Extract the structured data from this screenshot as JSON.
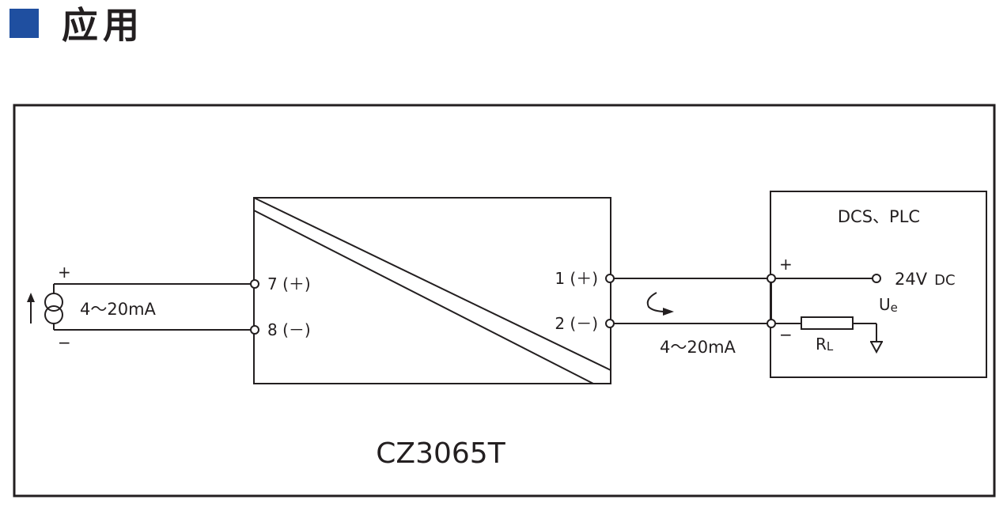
{
  "header": {
    "title": "应用"
  },
  "diagram": {
    "model": "CZ3065T",
    "input": {
      "signal": "4～20mA",
      "plus": "+",
      "minus": "−"
    },
    "module_terminals": {
      "t7": "7 (＋)",
      "t8": "8 (－)",
      "t1": "1 (＋)",
      "t2": "2 (－)"
    },
    "output": {
      "signal": "4～20mA"
    },
    "dcs": {
      "title": "DCS、PLC",
      "plus": "+",
      "minus": "−",
      "supply_value": "24V",
      "supply_unit": "DC",
      "ue_main": "U",
      "ue_sub": "e",
      "rl_main": "R",
      "rl_sub": "L"
    },
    "colors": {
      "accent": "#1f4fa0",
      "line": "#231f20"
    }
  }
}
